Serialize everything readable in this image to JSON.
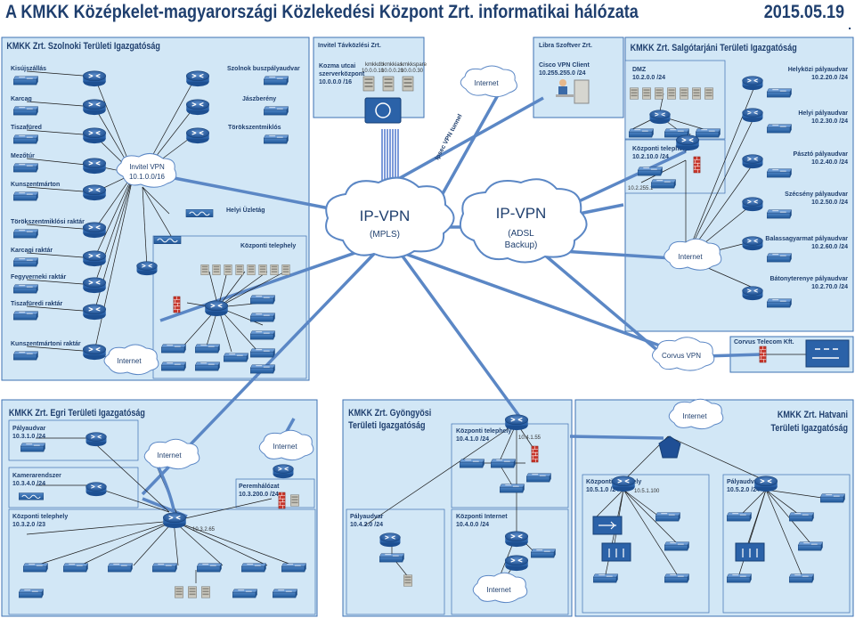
{
  "header": {
    "title": "A KMKK Közép­kelet-magyarországi Közlekedési Központ Zrt. informatikai hálózata",
    "date": "2015.05.19",
    "dot": "."
  },
  "szolnok": {
    "title": "KMKK Zrt. Szolnoki Területi Igazgatóság",
    "left_sites": [
      "Kisújszállás",
      "Karcag",
      "Tiszafüred",
      "Mezőtúr",
      "Kunszentmárton",
      "Törökszentmiklósi raktár",
      "Karcagi raktár",
      "Fegyverneki raktár",
      "Tiszafüredi raktár",
      "Kunszentmártoni raktár"
    ],
    "right_sites": [
      "Szolnok buszpályaudvar",
      "Jászberény",
      "Törökszentmiklós",
      "Helyi Üzletág",
      "Központi telephely"
    ],
    "vpn_cloud": "Invitel VPN",
    "vpn_net": "10.1.0.0/16",
    "internet": "Internet"
  },
  "invitel": {
    "title": "Invitel Távközlési Zrt.",
    "hub": "Kozma utcai",
    "hub2": "szerverközpont",
    "net": "10.0.0.0 /16",
    "servers": [
      {
        "name": "kmkkdb",
        "ip": "10.0.0.10"
      },
      {
        "name": "kmkkias",
        "ip": "10.0.0.20"
      },
      {
        "name": "kmkkspare",
        "ip": "10.0.0.30"
      }
    ]
  },
  "libra": {
    "title": "Libra Szoftver Zrt.",
    "client": "Cisco VPN Client",
    "net": "10.255.255.0 /24"
  },
  "center": {
    "mpls": "IP-VPN",
    "mpls_sub": "(MPLS)",
    "adsl": "IP-VPN",
    "adsl_sub1": "(ADSL",
    "adsl_sub2": "Backup)",
    "internet": "Internet",
    "vpn_tunnel": "Ipsec VPN tunnel",
    "corvus_cloud": "Corvus VPN"
  },
  "salgotarjan": {
    "title": "KMKK Zrt. Salgótarjáni Területi Igazgatóság",
    "dmz": "DMZ",
    "dmz_net": "10.2.0.0 /24",
    "central": "Központi telephely",
    "central_net": "10.2.10.0 /24",
    "gw_ip": "10.2.255.1",
    "internet": "Internet",
    "sites": [
      {
        "name": "Helyközi pályaudvar",
        "net": "10.2.20.0 /24"
      },
      {
        "name": "Helyi pályaudvar",
        "net": "10.2.30.0 /24"
      },
      {
        "name": "Pásztó pályaudvar",
        "net": "10.2.40.0 /24"
      },
      {
        "name": "Szécsény pályaudvar",
        "net": "10.2.50.0 /24"
      },
      {
        "name": "Balassagyarmat pályaudvar",
        "net": "10.2.60.0 /24"
      },
      {
        "name": "Bátonyterenye pályaudvar",
        "net": "10.2.70.0 /24"
      }
    ]
  },
  "corvus": {
    "title": "Corvus Telecom Kft."
  },
  "eger": {
    "title": "KMKK Zrt. Egri Területi Igazgatóság",
    "sites": [
      {
        "name": "Pályaudvar",
        "net": "10.3.1.0 /24"
      },
      {
        "name": "Kameraren­dszer",
        "net": "10.3.4.0 /24"
      },
      {
        "name": "Központi telephely",
        "net": "10.3.2.0 /23"
      },
      {
        "name": "Peremhálózat",
        "net": "10.3.200.0 /24"
      }
    ],
    "gw_ip": "10.3.2.65",
    "internet1": "Internet",
    "internet2": "Internet"
  },
  "gyongyos": {
    "title1": "KMKK Zrt. Gyöngyösi",
    "title2": "Területi Igazgatóság",
    "sites": [
      {
        "name": "Központi telephely",
        "net": "10.4.1.0 /24"
      },
      {
        "name": "Pályaudvar",
        "net": "10.4.2.0 /24"
      },
      {
        "name": "Központi Internet",
        "net": "10.4.0.0 /24"
      }
    ],
    "gw_ip": "10.4.1.55",
    "internet": "Internet"
  },
  "hatvan": {
    "title1": "KMKK Zrt. Hatvani",
    "title2": "Területi Igazgatóság",
    "sites": [
      {
        "name": "Központi telephely",
        "net": "10.5.1.0 /24"
      },
      {
        "name": "Pályaudvar",
        "net": "10.5.2.0 /24"
      }
    ],
    "gw_ip": "10.5.1.100",
    "internet": "Internet"
  }
}
